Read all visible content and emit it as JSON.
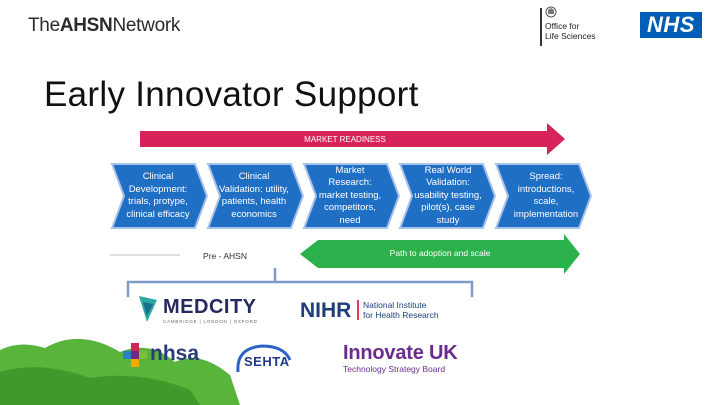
{
  "header": {
    "ahsn_logo_prefix": "The",
    "ahsn_logo_bold": "AHSN",
    "ahsn_logo_suffix": "Network",
    "ols_line1": "Office for",
    "ols_line2": "Life Sciences",
    "nhs_logo": "NHS"
  },
  "title": "Early Innovator Support",
  "market_readiness_label": "MARKET READINESS",
  "stages": [
    {
      "text": "Clinical Development: trials, protype, clinical efficacy"
    },
    {
      "text": "Clinical Validation: utility, patients, health economics"
    },
    {
      "text": "Market Research: market testing, competitors, need"
    },
    {
      "text": "Real World Validation: usability testing, pilot(s), case study"
    },
    {
      "text": "Spread: introductions, scale, implementation"
    }
  ],
  "pre_ahsn_label": "Pre - AHSN",
  "path_label": "Path to adoption and scale",
  "partners": {
    "medcity": "MEDCITY",
    "medcity_sub": "CAMBRIDGE | LONDON | OXFORD",
    "nihr": "NIHR",
    "nihr_line1": "National Institute",
    "nihr_line2": "for Health Research",
    "nhsa": "nhsa",
    "sehta": "SEHTA",
    "innovate": "Innovate UK",
    "innovate_sub": "Technology Strategy Board"
  },
  "colors": {
    "market_arrow": "#d6235a",
    "stage_blue": "#1f6fc5",
    "stage_outline": "#a9c4e6",
    "path_arrow": "#2bb24c",
    "bracket": "#7f9cc8",
    "ahsn_pink": "#d6235a",
    "nhs_blue": "#005eb8",
    "innovate_purple": "#6b2c8e",
    "nihr_navy": "#1e3f7a",
    "hill_green": "#58b43a"
  }
}
